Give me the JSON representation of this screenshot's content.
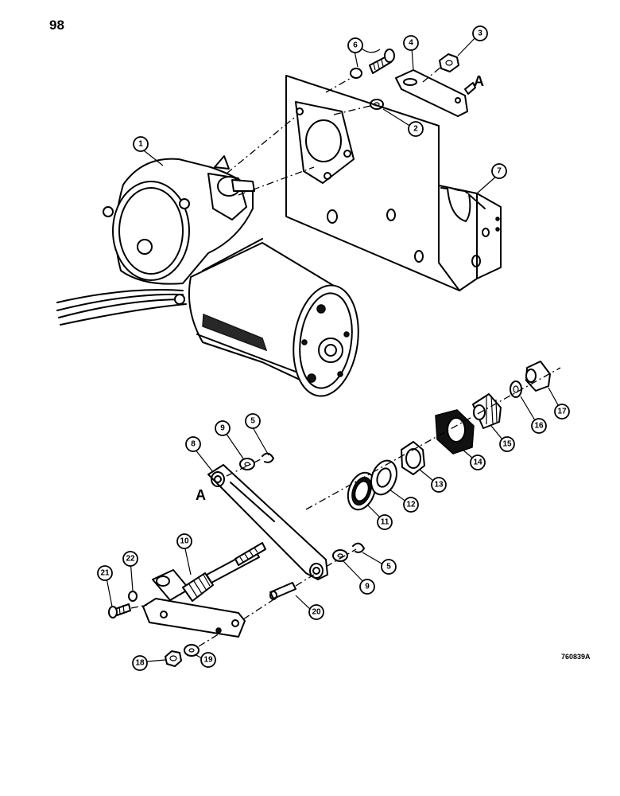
{
  "page_number": "98",
  "ref_code": "760839A",
  "letter_a": "A",
  "callouts": [
    "1",
    "2",
    "3",
    "4",
    "5",
    "5",
    "6",
    "7",
    "8",
    "9",
    "9",
    "10",
    "11",
    "12",
    "13",
    "14",
    "15",
    "16",
    "17",
    "18",
    "19",
    "20",
    "21",
    "22"
  ],
  "callout_names": [
    "callout-1",
    "callout-2",
    "callout-3",
    "callout-4",
    "callout-5-upper",
    "callout-5-lower",
    "callout-6",
    "callout-7",
    "callout-8",
    "callout-9-upper",
    "callout-9-lower",
    "callout-10",
    "callout-11",
    "callout-12",
    "callout-13",
    "callout-14",
    "callout-15",
    "callout-16",
    "callout-17",
    "callout-18",
    "callout-19",
    "callout-20",
    "callout-21",
    "callout-22"
  ]
}
